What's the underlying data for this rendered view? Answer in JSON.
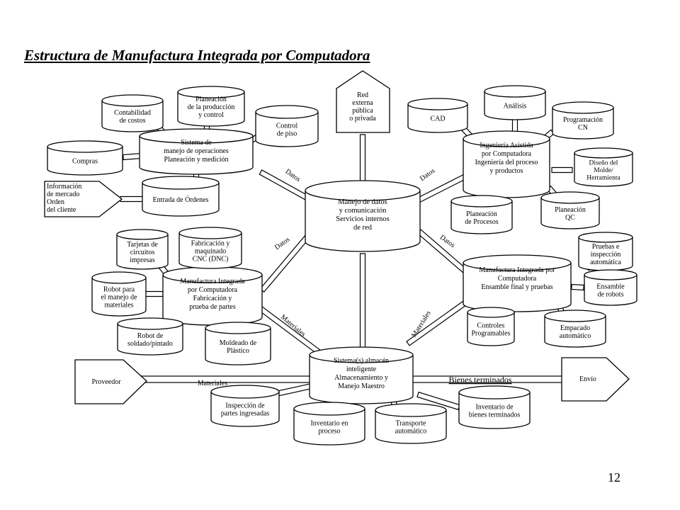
{
  "title": "Estructura de Manufactura Integrada por Computadora",
  "page_number": "12",
  "nodes": {
    "hub": [
      "Manejo de datos",
      "y comunicación",
      "Servicios internos",
      "de red"
    ],
    "sop": [
      "Sistema de",
      "manejo de operaciones",
      "Planeación y medición"
    ],
    "ingenieria": [
      "Ingeniería Asistida",
      "por Computadora",
      "Ingeniería del proceso",
      "y productos"
    ],
    "mic_left": [
      "Manufactura Integrada",
      "por Computadora",
      "Fabricación y",
      "prueba de partes"
    ],
    "mic_right": [
      "Manufactura Integrada por",
      "Computadora",
      "Ensamble final y pruebas"
    ],
    "almacen": [
      "Sistema(s) almacén",
      "inteligente",
      "Almacenamiento y",
      "Manejo Maestro"
    ],
    "red_externa": [
      "Red",
      "externa",
      "pública",
      "o privada"
    ],
    "contabilidad": [
      "Contabilidad",
      "de costos"
    ],
    "planeacion_prod": [
      "Planeación",
      "de la producción",
      "y control"
    ],
    "control_piso": [
      "Control",
      "de piso"
    ],
    "compras": [
      "Compras"
    ],
    "entrada": [
      "Entrada de Órdenes"
    ],
    "info_mercado": [
      "Información",
      "de mercado",
      "Orden",
      "del cliente"
    ],
    "cad": [
      "CAD"
    ],
    "analisis": [
      "Análisis"
    ],
    "programacion": [
      "Programación",
      "CN"
    ],
    "diseno": [
      "Diseño del",
      "Molde/",
      "Herramienta"
    ],
    "plan_procesos": [
      "Planeación",
      "de Procesos"
    ],
    "plan_qc": [
      "Planeación",
      "QC"
    ],
    "tarjetas": [
      "Tarjetas de",
      "circuitos",
      "impresas"
    ],
    "fabricacion": [
      "Fabricación y",
      "maquinado",
      "CNC (DNC)"
    ],
    "robot_mat": [
      "Robot para",
      "el manejo de",
      "materiales"
    ],
    "robot_sold": [
      "Robot de",
      "soldado/pintado"
    ],
    "moldeado": [
      "Moldeado de",
      "Plástico"
    ],
    "pruebas": [
      "Pruebas e",
      "inspección",
      "automática"
    ],
    "ensamble_robots": [
      "Ensamble",
      "de robots"
    ],
    "controles": [
      "Controles",
      "Programables"
    ],
    "empacado": [
      "Empacado",
      "automático"
    ],
    "inspeccion": [
      "Inspección de",
      "partes ingresadas"
    ],
    "inv_proceso": [
      "Inventario en",
      "proceso"
    ],
    "transporte": [
      "Transporte",
      "automático"
    ],
    "inv_bienes": [
      "Inventario de",
      "bienes terminados"
    ],
    "proveedor": [
      "Proveedor"
    ],
    "envio": [
      "Envío"
    ]
  },
  "link_labels": {
    "datos_ul": "Datos",
    "datos_ur": "Datos",
    "datos_ml": "Datos",
    "datos_mr": "Datos",
    "materiales_l": "Materiales",
    "materiales_r": "Materiales",
    "materiales_proveedor": "Materiales",
    "bienes": "Bienes terminados"
  }
}
